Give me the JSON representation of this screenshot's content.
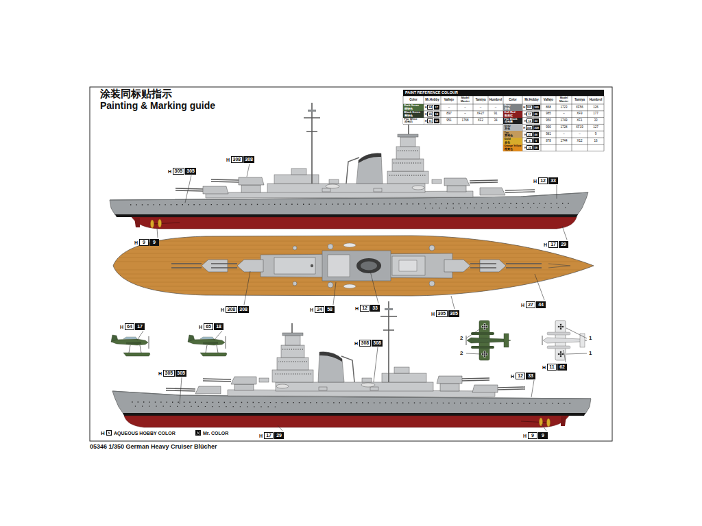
{
  "diagram": {
    "title": "Painting & Marking guide",
    "caption": "05346 1/350 German Heavy Cruiser Blücher",
    "nodes": [
      {
        "text": [
          "PAINT REFERENCE COLOUR"
        ]
      }
    ],
    "labels": [
      "涂装同标贴指示",
      "Color",
      "Mr.Hobby",
      "Vallejo",
      "Model Master",
      "Tamiya",
      "Humbrol",
      "Color",
      "Mr.Hobby",
      "Vallejo",
      "Model Master",
      "Tamiya",
      "Humbrol",
      "Dark Green",
      "暗绿色",
      "H",
      "64",
      "17",
      "–",
      "–",
      "–",
      "–",
      "Gray",
      "灰色",
      "H",
      "305",
      "305",
      "868",
      "1723",
      "XF56",
      "126",
      "Black Green",
      "黑绿色",
      "H",
      "65",
      "18",
      "897",
      "–",
      "XF27",
      "91",
      "Hull Red",
      "船底红",
      "H",
      "17",
      "29",
      "985",
      "–",
      "XF9",
      "177",
      "Flat White",
      "消光白",
      "H",
      "11",
      "62",
      "951",
      "1768",
      "XF2",
      "34",
      "Flat Black",
      "消光黑",
      "H",
      "12",
      "33",
      "950",
      "1749",
      "XF1",
      "33",
      "Gray",
      "灰色",
      "H",
      "308",
      "308",
      "990",
      "1728",
      "XF19",
      "127",
      "Tan",
      "黄褐色",
      "H",
      "27",
      "44",
      "981",
      "–",
      "–",
      "9",
      "Gold",
      "金色",
      "H",
      "9",
      "9",
      "878",
      "1744",
      "X12",
      "16",
      "Orange Yellow",
      "橙黄色",
      "H",
      "24",
      "58",
      "H",
      "308",
      "308",
      "H",
      "305",
      "305",
      "H",
      "12",
      "33",
      "H",
      "9",
      "9",
      "H",
      "17",
      "29",
      "H",
      "27",
      "44",
      "H",
      "12",
      "33",
      "H",
      "308",
      "308",
      "H",
      "24",
      "58",
      "H",
      "305",
      "305",
      "H",
      "64",
      "17",
      "H",
      "65",
      "18",
      "2",
      "1",
      "H",
      "308",
      "308",
      "2",
      "1",
      "H",
      "11",
      "62",
      "H",
      "305",
      "305",
      "H",
      "12",
      "33",
      "H",
      "17",
      "29",
      "H",
      "9",
      "9",
      "H"
    ],
    "legend": [
      {
        "text": "AQUEOUS HOBBY COLOR",
        "color": "#ffffff"
      },
      {
        "text": "Mr. COLOR",
        "color": "#000000"
      }
    ]
  }
}
